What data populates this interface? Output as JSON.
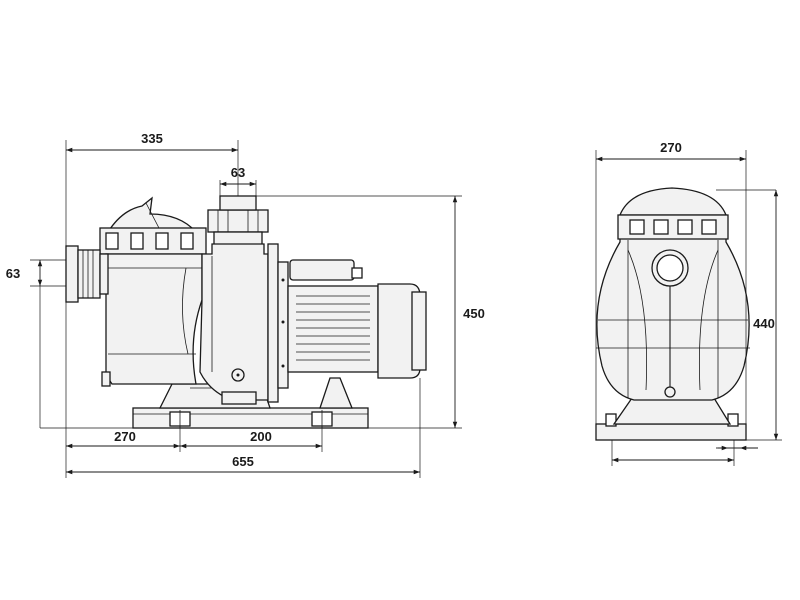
{
  "dimensions": {
    "side_top_width": "335",
    "outlet_diameter": "63",
    "inlet_diameter": "63",
    "overall_height": "450",
    "foot_to_inlet": "270",
    "foot_spacing": "200",
    "overall_length": "655",
    "front_width": "270",
    "front_height": "440"
  }
}
